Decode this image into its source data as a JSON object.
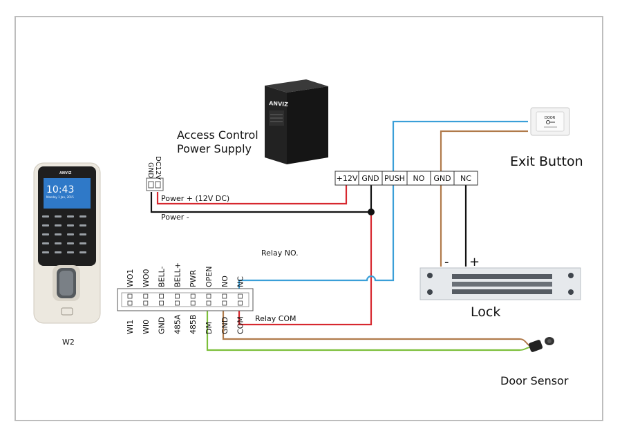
{
  "frame": {
    "border_color": "#bdbdbd"
  },
  "colors": {
    "red": "#d7282f",
    "blue": "#3a9fd8",
    "brown": "#b07a4a",
    "green": "#7cbf3a",
    "black": "#111111"
  },
  "power_supply": {
    "label_line1": "Access Control",
    "label_line2": "Power Supply",
    "brand": "ANVIZ",
    "icon": "power-supply-box-icon"
  },
  "dc_connector": {
    "label_dc12v": "DC12V",
    "label_gnd": "GND"
  },
  "wire_labels": {
    "power_plus": "Power + (12V DC)",
    "power_minus": "Power -",
    "relay_no": "Relay NO.",
    "relay_com": "Relay COM"
  },
  "psu_terminals": [
    "+12V",
    "GND",
    "PUSH",
    "NO",
    "GND",
    "NC"
  ],
  "exit_button": {
    "label": "Exit Button",
    "icon": "door-exit-button-icon",
    "face_text": "DOOR"
  },
  "lock": {
    "label": "Lock",
    "minus": "-",
    "plus": "+",
    "icon": "magnetic-lock-icon"
  },
  "door_sensor": {
    "label": "Door Sensor",
    "icon": "door-sensor-icon"
  },
  "device": {
    "label": "W2",
    "brand": "ANVIZ",
    "screen_time": "10:43",
    "screen_date": "Monday 1 Jan, 2015",
    "icon": "fingerprint-terminal-icon"
  },
  "terminal_block": {
    "top": [
      "WO1",
      "WO0",
      "BELL-",
      "BELL+",
      "PWR",
      "OPEN",
      "NO",
      "NC"
    ],
    "bottom": [
      "WI1",
      "WI0",
      "GND",
      "485A",
      "485B",
      "DM",
      "GND",
      "COM"
    ]
  }
}
